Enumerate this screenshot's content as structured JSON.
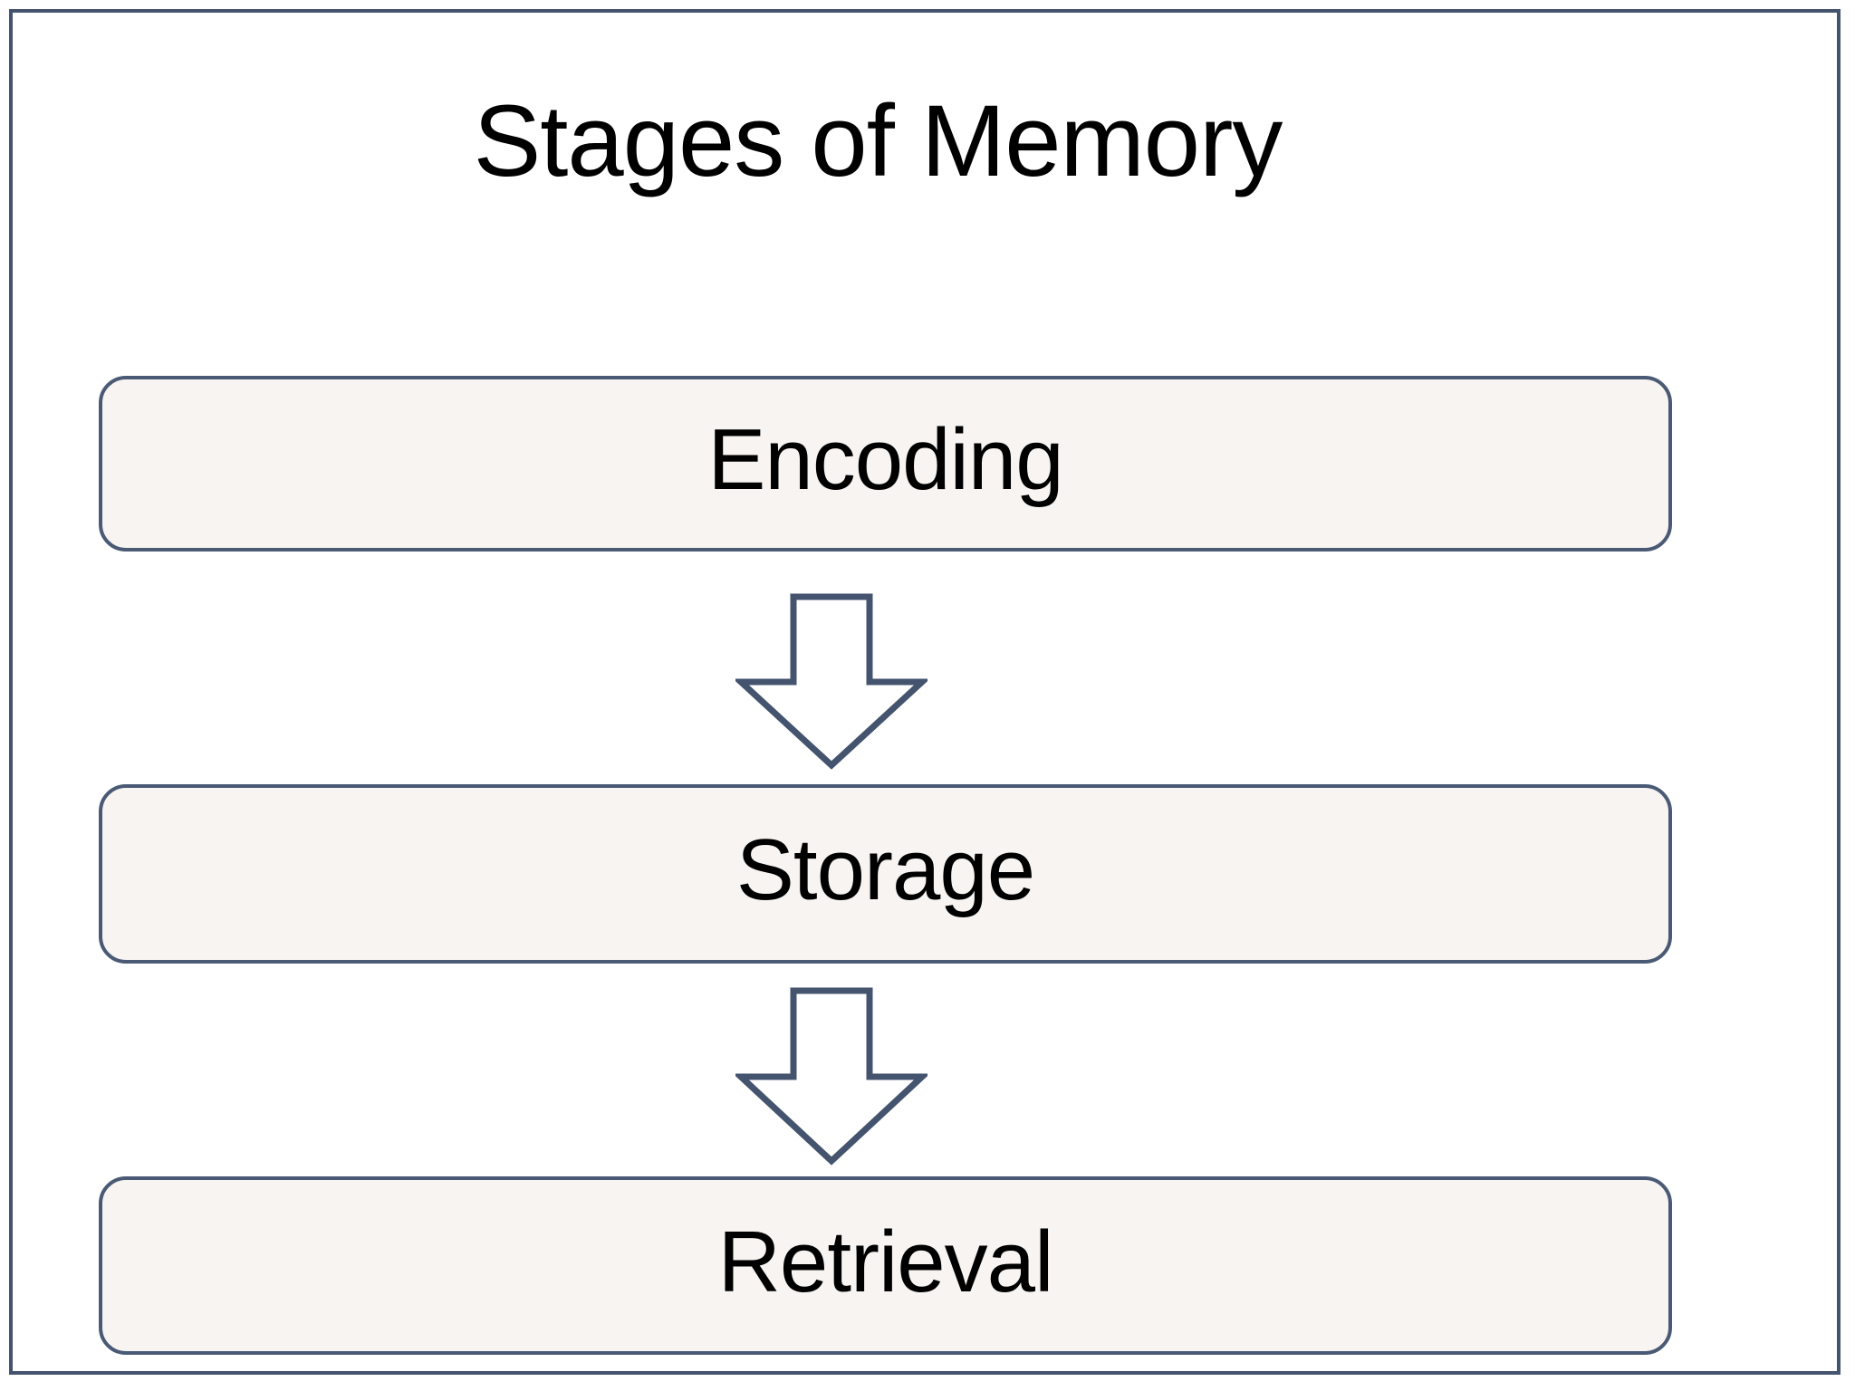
{
  "diagram": {
    "title": "Stages of Memory",
    "type": "vertical-flowchart",
    "frame": {
      "border_color": "#44536e",
      "background_color": "#ffffff"
    },
    "stages": [
      {
        "label": "Encoding",
        "order": 1
      },
      {
        "label": "Storage",
        "order": 2
      },
      {
        "label": "Retrieval",
        "order": 3
      }
    ],
    "connectors": [
      {
        "from": "Encoding",
        "to": "Storage",
        "icon": "down-arrow-icon"
      },
      {
        "from": "Storage",
        "to": "Retrieval",
        "icon": "down-arrow-icon"
      }
    ],
    "colors": {
      "box_fill": "#f8f4f1",
      "box_border": "#4a5a75",
      "arrow_stroke": "#44536e",
      "arrow_fill": "#ffffff",
      "text": "#000000"
    }
  }
}
